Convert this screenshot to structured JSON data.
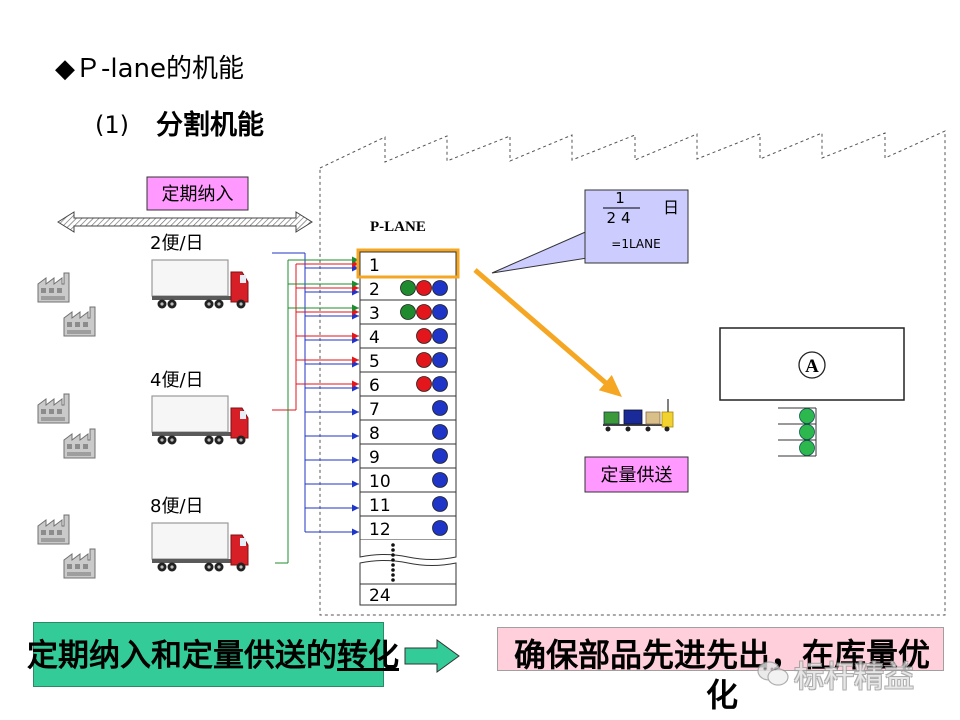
{
  "slide": {
    "title": "◆Ｐ-lane的机能",
    "subtitle_number": "(1)",
    "subtitle": "分割机能"
  },
  "delivery": {
    "label": "定期纳入",
    "trucks": [
      {
        "frequency": "2便/日",
        "line_color": "#1f35c7"
      },
      {
        "frequency": "4便/日",
        "line_color": "#e3161b"
      },
      {
        "frequency": "8便/日",
        "line_color": "#1e8c2e"
      }
    ]
  },
  "p_lane": {
    "label": "P-LANE",
    "lanes": [
      {
        "number": "1",
        "dots": []
      },
      {
        "number": "2",
        "dots": [
          "green",
          "red",
          "blue"
        ]
      },
      {
        "number": "3",
        "dots": [
          "green",
          "red",
          "blue"
        ]
      },
      {
        "number": "4",
        "dots": [
          "red",
          "blue"
        ]
      },
      {
        "number": "5",
        "dots": [
          "red",
          "blue"
        ]
      },
      {
        "number": "6",
        "dots": [
          "red",
          "blue"
        ]
      },
      {
        "number": "7",
        "dots": [
          "blue"
        ]
      },
      {
        "number": "8",
        "dots": [
          "blue"
        ]
      },
      {
        "number": "9",
        "dots": [
          "blue"
        ]
      },
      {
        "number": "10",
        "dots": [
          "blue"
        ]
      },
      {
        "number": "11",
        "dots": [
          "blue"
        ]
      },
      {
        "number": "12",
        "dots": [
          "blue"
        ]
      }
    ],
    "last_lane": "24",
    "dot_colors": {
      "green": "#1e8c2e",
      "red": "#e3161b",
      "blue": "#1f35c7"
    }
  },
  "callout": {
    "numerator": "1",
    "denominator": "24",
    "unit": "日",
    "equals": "=1LANE"
  },
  "supply": {
    "label": "定量供送"
  },
  "station": {
    "label": "A"
  },
  "footer": {
    "left_text": "定期纳入和定量供送的",
    "left_underlined": "转化",
    "right_text": "确保部品先进先出，在库量优化"
  },
  "watermark": {
    "text": "标杆精益"
  },
  "colors": {
    "label_fill": "#ff99ff",
    "callout_fill": "#ccccff",
    "highlight": "#f5a623",
    "footer_green": "#33cc99",
    "footer_pink": "#ffd0dc",
    "station_part": "#2db84d"
  }
}
